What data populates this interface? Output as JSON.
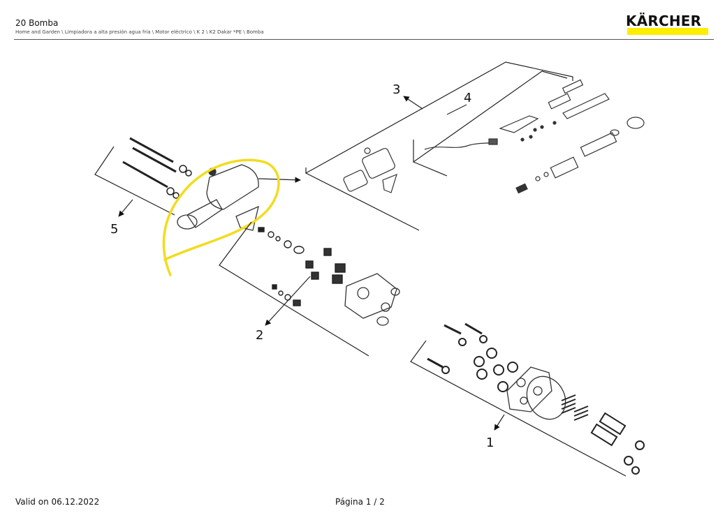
{
  "header": {
    "title": "20 Bomba",
    "breadcrumb": "Home and Garden \\ Limpiadora a alta presión agua fría \\ Motor eléctrico \\ K 2 \\ K2 Dakar *PE \\ Bomba",
    "brand": "KÄRCHER",
    "brand_color": "#ffed00"
  },
  "diagram": {
    "callouts": [
      "1",
      "2",
      "3",
      "4",
      "5"
    ],
    "highlight_color": "#f2dc1e"
  },
  "footer": {
    "valid_on": "Valid on 06.12.2022",
    "page": "Página 1 / 2"
  }
}
